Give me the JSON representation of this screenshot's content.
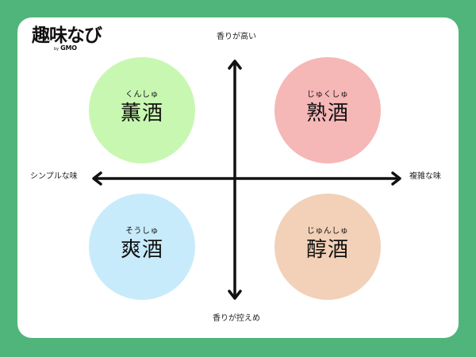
{
  "brand": {
    "main": "趣味なび",
    "sub_prefix": "by",
    "sub_company": "GMO"
  },
  "axes": {
    "top": "香りが高い",
    "bottom": "香りが控えめ",
    "left": "シンプルな味",
    "right": "複雑な味"
  },
  "quadrants": [
    {
      "reading": "くんしゅ",
      "name": "薫酒",
      "color": "#c8f7b1"
    },
    {
      "reading": "じゅくしゅ",
      "name": "熟酒",
      "color": "#f6b7b7"
    },
    {
      "reading": "そうしゅ",
      "name": "爽酒",
      "color": "#c8ebfb"
    },
    {
      "reading": "じゅんしゅ",
      "name": "醇酒",
      "color": "#f2d1b8"
    }
  ],
  "colors": {
    "background": "#4fb57b",
    "card": "#ffffff",
    "axis": "#111111"
  }
}
